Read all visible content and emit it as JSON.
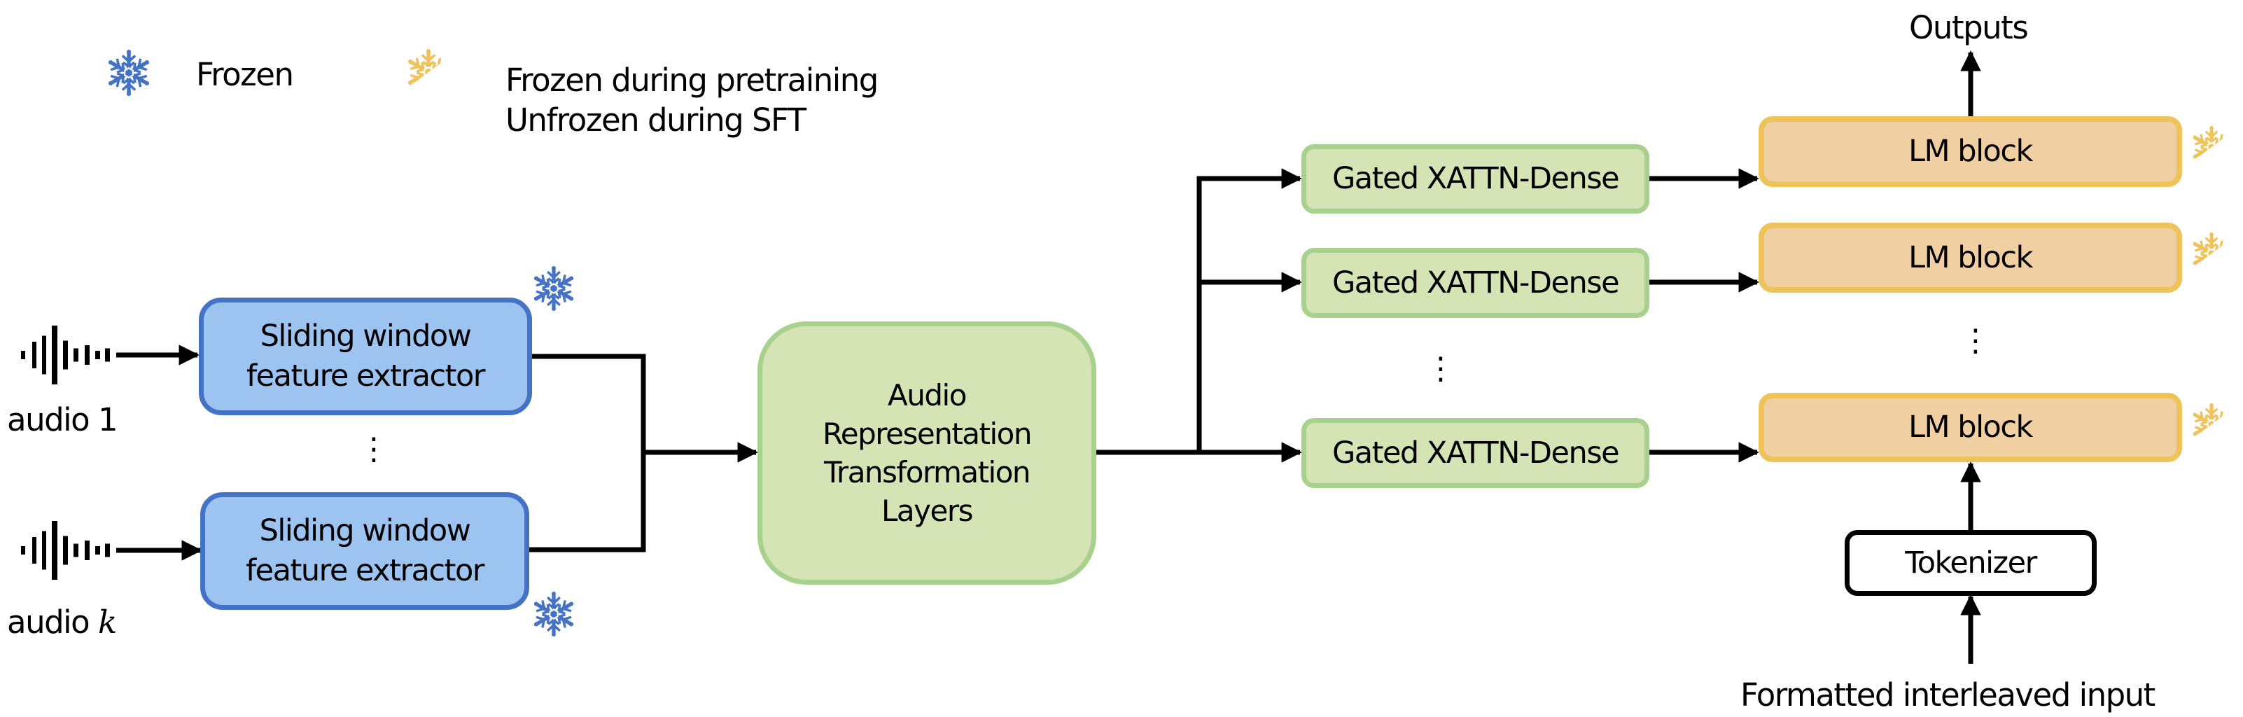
{
  "colors": {
    "frozen": "#4472c4",
    "partially_frozen": "#edc35a",
    "extractor_fill": "#9dc3f0",
    "extractor_border": "#4472c4",
    "adapter_fill": "#d4e4b5",
    "adapter_border": "#a9d18e",
    "lm_fill": "#f0cfa3",
    "lm_border": "#edc35a",
    "arrow": "#000000"
  },
  "legend": {
    "frozen_label": "Frozen",
    "partial_line1": "Frozen during pretraining",
    "partial_line2": "Unfrozen during SFT"
  },
  "inputs": [
    {
      "label_prefix": "audio",
      "label_var": "1",
      "italic": false
    },
    {
      "label_prefix": "audio",
      "label_var": "k",
      "italic": true
    }
  ],
  "extractors": [
    {
      "line1": "Sliding window",
      "line2": "feature extractor",
      "status": "frozen"
    },
    {
      "line1": "Sliding window",
      "line2": "feature extractor",
      "status": "frozen"
    }
  ],
  "ellipsis": "⋮",
  "transform": {
    "lines": [
      "Audio",
      "Representation",
      "Transformation",
      "Layers"
    ]
  },
  "xattn": [
    {
      "label": "Gated XATTN-Dense"
    },
    {
      "label": "Gated XATTN-Dense"
    },
    {
      "label": "Gated XATTN-Dense"
    }
  ],
  "lm_blocks": [
    {
      "label": "LM block",
      "status": "frozen-pretrain-unfrozen-sft"
    },
    {
      "label": "LM block",
      "status": "frozen-pretrain-unfrozen-sft"
    },
    {
      "label": "LM block",
      "status": "frozen-pretrain-unfrozen-sft"
    }
  ],
  "tokenizer": {
    "label": "Tokenizer"
  },
  "outputs_label": "Outputs",
  "input_label": "Formatted interleaved input"
}
